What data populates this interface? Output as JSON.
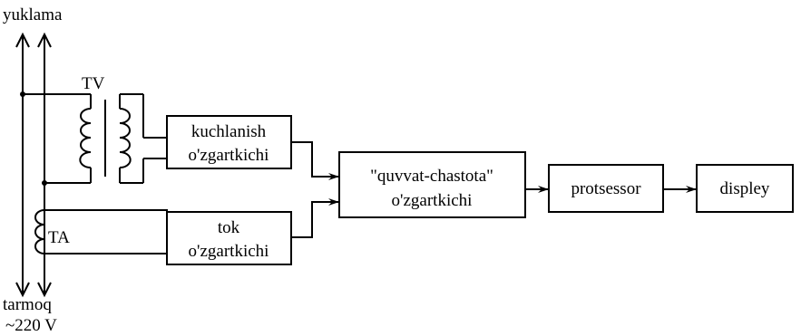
{
  "labels": {
    "load": "yuklama",
    "network_line1": "tarmoq",
    "network_line2": "~220 V",
    "voltage_transformer": "TV",
    "current_transformer": "TA"
  },
  "blocks": {
    "voltage_converter": [
      "kuchlanish",
      "o'zgartkichi"
    ],
    "current_converter": [
      "tok",
      "o'zgartkichi"
    ],
    "power_frequency_converter": [
      "\"quvvat-chastota\"",
      "o'zgartkichi"
    ],
    "processor": "protsessor",
    "display": "displey"
  }
}
